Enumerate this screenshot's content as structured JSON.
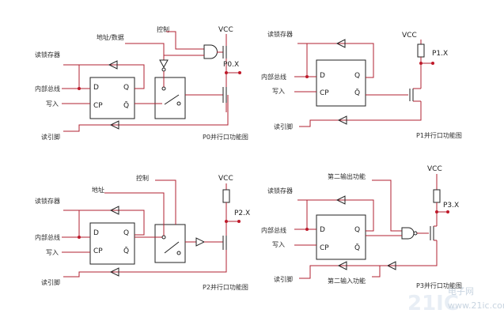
{
  "panels": {
    "p0": {
      "labels": {
        "read_latch": "读锁存器",
        "addr_data": "地址/数据",
        "control": "控制",
        "bus": "内部总线",
        "write": "写入",
        "read_pin": "读引脚",
        "vcc": "VCC",
        "port": "P0.X",
        "d": "D",
        "q": "Q",
        "cp": "CP",
        "qb": "Q̄",
        "caption": "P0并行口功能图"
      }
    },
    "p1": {
      "labels": {
        "read_latch": "读锁存器",
        "bus": "内部总线",
        "write": "写入",
        "read_pin": "读引脚",
        "vcc": "VCC",
        "port": "P1.X",
        "d": "D",
        "q": "Q",
        "cp": "CP",
        "qb": "Q̄",
        "caption": "P1并行口功能图"
      }
    },
    "p2": {
      "labels": {
        "addr": "地址",
        "control": "控制",
        "read_latch": "读锁存器",
        "bus": "内部总线",
        "write": "写入",
        "read_pin": "读引脚",
        "vcc": "VCC",
        "port": "P2.X",
        "d": "D",
        "q": "Q",
        "cp": "CP",
        "qb": "Q̄",
        "caption": "P2并行口功能图"
      }
    },
    "p3": {
      "labels": {
        "alt_out": "第二输出功能",
        "read_latch": "读锁存器",
        "bus": "内部总线",
        "write": "写入",
        "read_pin": "读引脚",
        "alt_in": "第二输入功能",
        "vcc": "VCC",
        "port": "P3.X",
        "d": "D",
        "q": "Q",
        "cp": "CP",
        "qb": "Q̄",
        "caption": "P3并行口功能图"
      }
    }
  },
  "watermark": {
    "brand": "21IC",
    "sub": "电子网",
    "url": "www.21ic.com"
  }
}
